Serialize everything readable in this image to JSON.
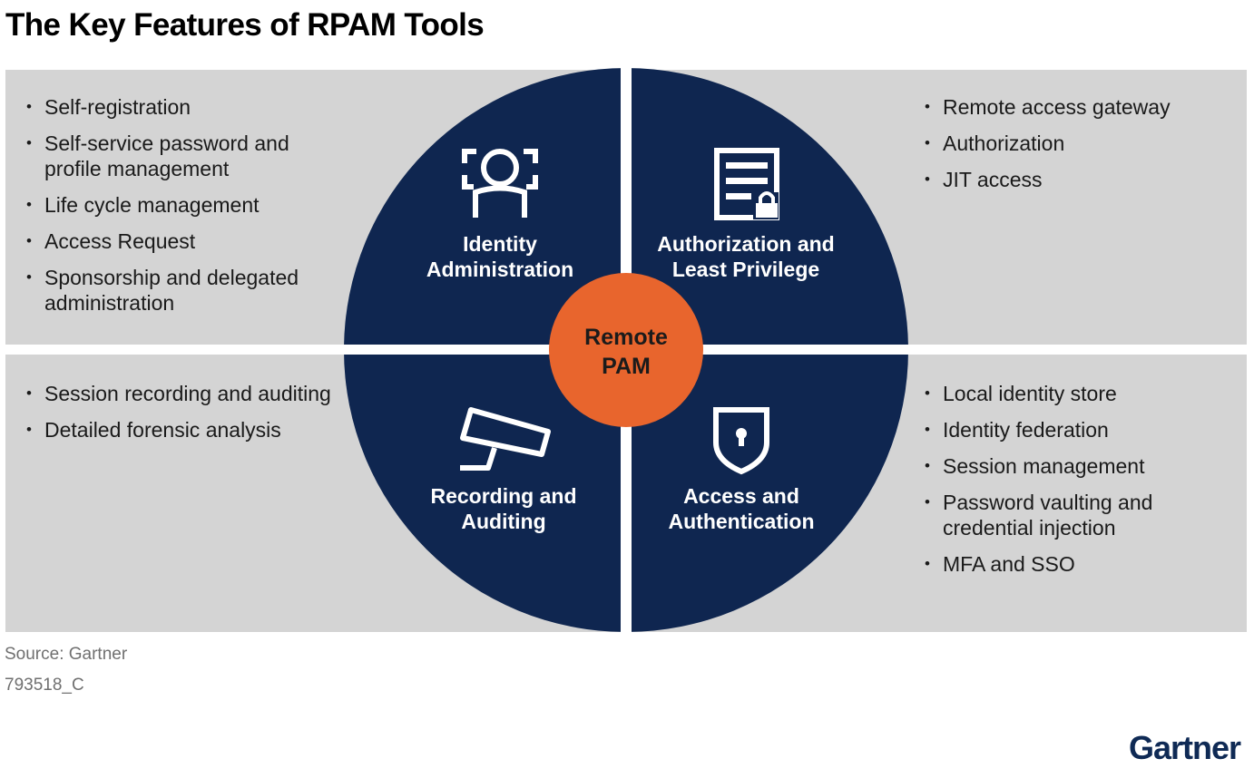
{
  "title": "The Key Features of RPAM Tools",
  "center": {
    "label": "Remote\nPAM"
  },
  "quadrants": [
    {
      "id": "identity-administration",
      "label": "Identity\nAdministration",
      "icon": "identity-person-icon",
      "bullets": [
        "Self-registration",
        "Self-service password and profile management",
        "Life cycle management",
        "Access Request",
        "Sponsorship and delegated administration"
      ]
    },
    {
      "id": "authorization-least-privilege",
      "label": "Authorization and\nLeast Privilege",
      "icon": "server-lock-icon",
      "bullets": [
        "Remote access gateway",
        "Authorization",
        "JIT access"
      ]
    },
    {
      "id": "recording-auditing",
      "label": "Recording and\nAuditing",
      "icon": "security-camera-icon",
      "bullets": [
        "Session recording and auditing",
        "Detailed forensic analysis"
      ]
    },
    {
      "id": "access-authentication",
      "label": "Access and\nAuthentication",
      "icon": "shield-keyhole-icon",
      "bullets": [
        "Local identity store",
        "Identity federation",
        "Session management",
        "Password vaulting and credential injection",
        "MFA and SSO"
      ]
    }
  ],
  "footer": {
    "source": "Source: Gartner",
    "doc_id": "793518_C",
    "brand": "Gartner"
  },
  "colors": {
    "panel": "#d4d4d4",
    "circle": "#0f2650",
    "center": "#e8652d",
    "brand": "#0f2a55"
  }
}
